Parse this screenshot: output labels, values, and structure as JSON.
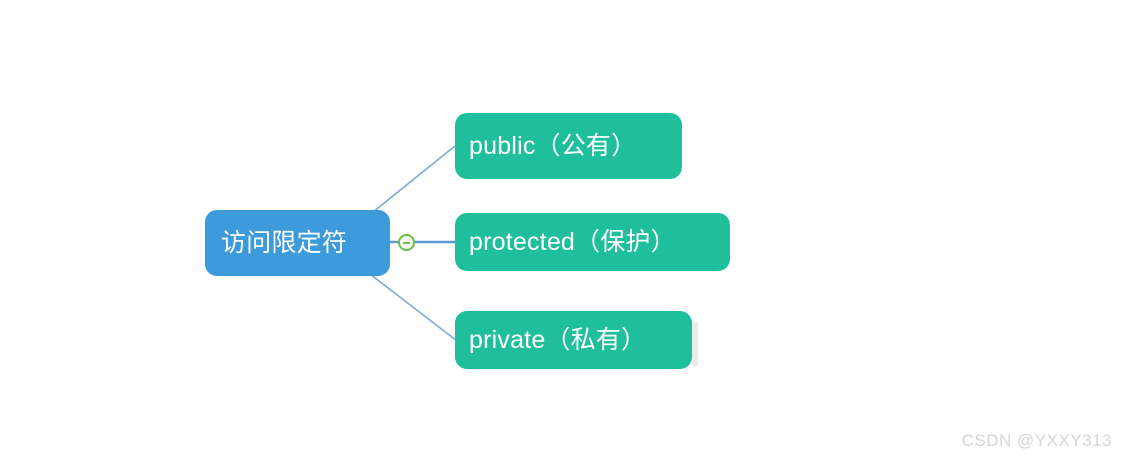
{
  "diagram": {
    "type": "mind-map",
    "background_color": "#ffffff",
    "root": {
      "label": "访问限定符",
      "color": "#3e9bdb",
      "text_color": "#ffffff"
    },
    "children": [
      {
        "id": "public",
        "label": "public（公有）",
        "color": "#1fbf9c",
        "text_color": "#ffffff"
      },
      {
        "id": "protected",
        "label": "protected（保护）",
        "color": "#1fbf9c",
        "text_color": "#ffffff"
      },
      {
        "id": "private",
        "label": "private（私有）",
        "color": "#1fbf9c",
        "text_color": "#ffffff"
      }
    ],
    "edges": [
      {
        "from": "root",
        "to": "public",
        "color": "#7fa9d8"
      },
      {
        "from": "root",
        "to": "protected",
        "color": "#5b9bd5"
      },
      {
        "from": "root",
        "to": "private",
        "color": "#7fa9d8"
      }
    ],
    "toggle": {
      "icon": "collapse-minus-icon",
      "state": "expanded",
      "color": "#6bbf4a"
    }
  },
  "watermark": {
    "text": "CSDN @YXXY313"
  }
}
